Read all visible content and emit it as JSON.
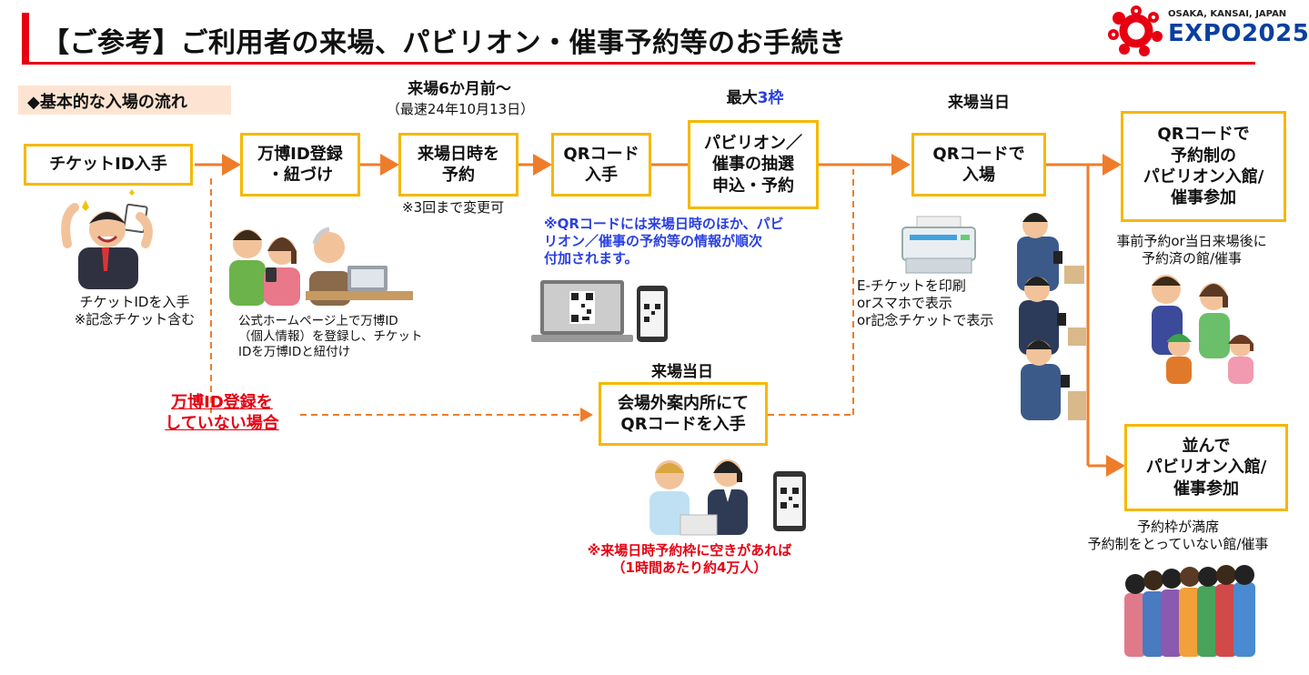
{
  "header": {
    "title": "【ご参考】ご利用者の来場、パビリオン・催事予約等のお手続き",
    "logo_sub": "OSAKA, KANSAI, JAPAN",
    "logo_main": "EXPO2025"
  },
  "section_label": "◆基本的な入場の流れ",
  "steps": {
    "ticket": "チケットID入手",
    "register": "万博ID登録\n・紐づけ",
    "reserve": "来場日時を\n予約",
    "qr": "QRコード\n入手",
    "pavilion": "パビリオン／\n催事の抽選\n申込・予約",
    "enter": "QRコードで\n入場",
    "pavilion_qr": "QRコードで\n予約制の\nパビリオン入館/\n催事参加",
    "line_up": "並んで\nパビリオン入館/\n催事参加",
    "same_day_qr": "会場外案内所にて\nQRコードを入手"
  },
  "captions": {
    "six_months": "来場6か月前〜",
    "earliest": "（最速24年10月13日）",
    "max_prefix": "最大",
    "max_num": "3枠",
    "visit_day": "来場当日",
    "visit_day2": "来場当日"
  },
  "notes": {
    "ticket": "チケットIDを入手\n※記念チケット含む",
    "register": "公式ホームページ上で万博ID\n（個人情報）を登録し、チケット\nIDを万博IDと紐付け",
    "change": "※3回まで変更可",
    "qr_info": "※QRコードには来場日時のほか、パビ\nリオン／催事の予約等の情報が順次\n付加されます。",
    "print": "E-チケットを印刷\norスマホで表示\nor記念チケットで表示",
    "pre_reserve": "事前予約or当日来場後に\n予約済の館/催事",
    "full": "予約枠が満席\n予約制をとっていない館/催事",
    "no_id": "万博ID登録を\nしていない場合",
    "vacancy": "※来場日時予約枠に空きがあれば\n（1時間あたり約4万人）"
  },
  "colors": {
    "accent": "#e60012",
    "box_border": "#f5b800",
    "arrow": "#ee7d2b",
    "blue_text": "#2a3fe0",
    "label_bg": "#fde4d2"
  }
}
